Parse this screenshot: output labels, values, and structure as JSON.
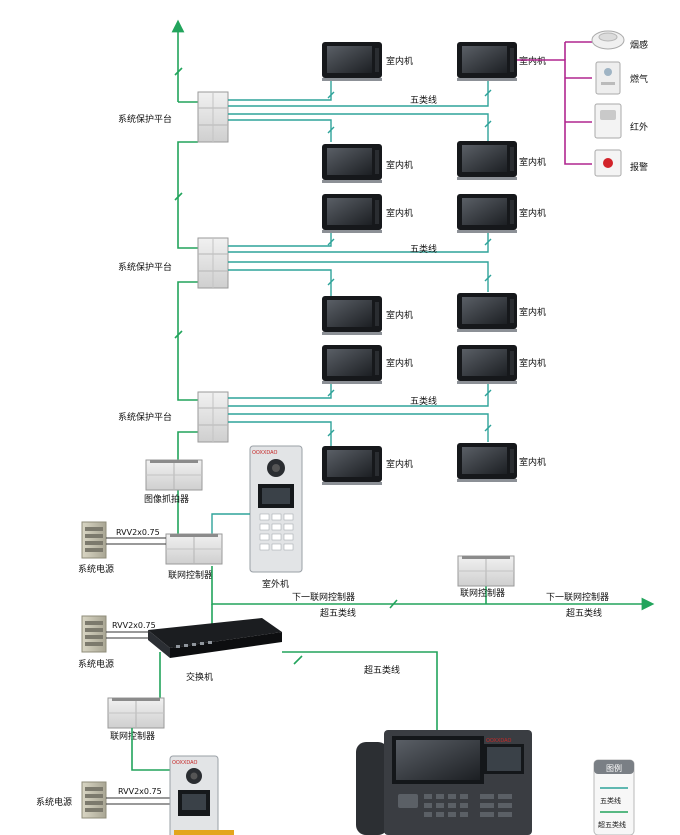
{
  "labels": {
    "protection_platform": "系统保护平台",
    "indoor_unit": "室内机",
    "cat5": "五类线",
    "super_cat5": "超五类线",
    "image_capturer": "图像抓拍器",
    "network_controller": "联网控制器",
    "outdoor_unit": "室外机",
    "next_controller": "下一联网控制器",
    "switch": "交换机",
    "system_power": "系统电源",
    "cable_spec": "RVV2x0.75"
  },
  "sensors": {
    "smoke": "烟感",
    "gas": "燃气",
    "infrared": "红外",
    "alarm": "报警"
  },
  "legend": {
    "title": "图例",
    "cat5": "五类线",
    "super_cat5": "超五类线"
  },
  "brand": "OOXXDAO",
  "colors": {
    "cat5_wire": "#2fa39a",
    "bus_wire": "#22a45c",
    "alarm_wire": "#b0268f"
  }
}
